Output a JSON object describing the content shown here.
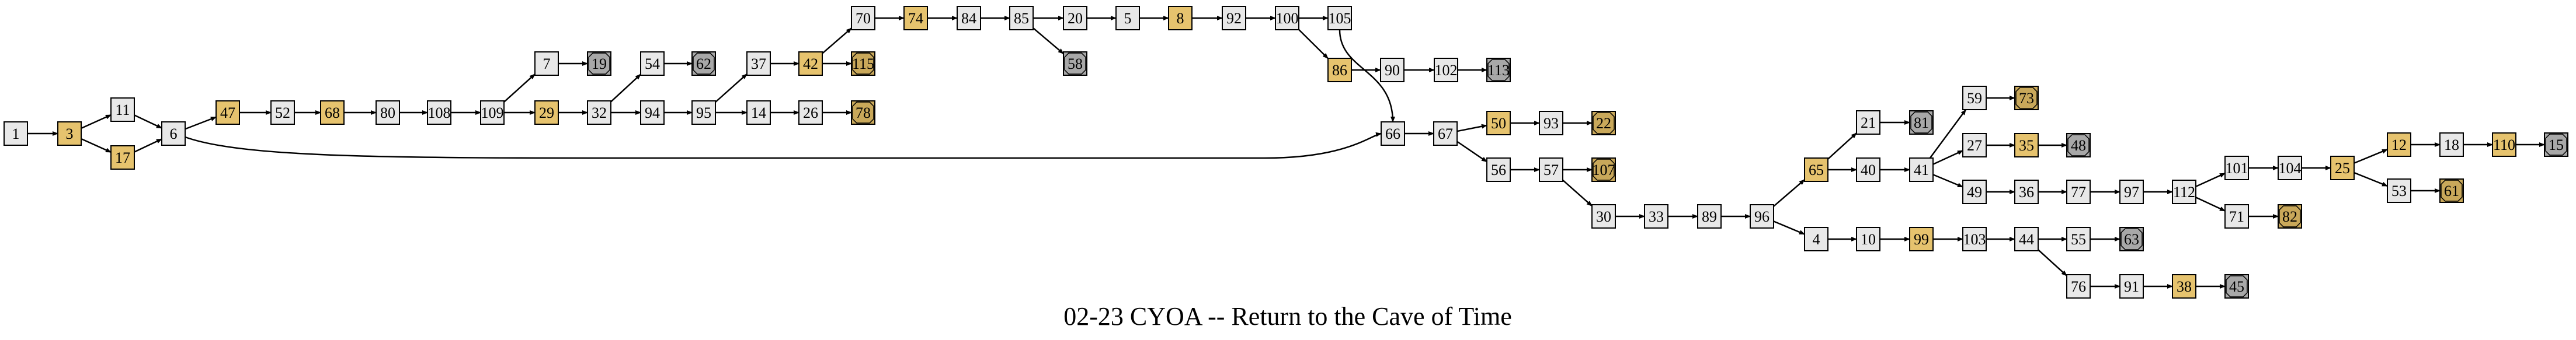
{
  "title": "02-23 CYOA -- Return to the Cave of Time",
  "colors": {
    "normal_fill": "#e8e8e8",
    "choice_fill": "#e6c36e",
    "end_good_fill": "#c9a85a",
    "end_bad_fill": "#a8a8a8",
    "edge": "#000000"
  },
  "nodes": [
    {
      "id": "1",
      "label": "1",
      "kind": "normal"
    },
    {
      "id": "3",
      "label": "3",
      "kind": "choice"
    },
    {
      "id": "11",
      "label": "11",
      "kind": "normal"
    },
    {
      "id": "17",
      "label": "17",
      "kind": "choice"
    },
    {
      "id": "6",
      "label": "6",
      "kind": "normal"
    },
    {
      "id": "47",
      "label": "47",
      "kind": "choice"
    },
    {
      "id": "52",
      "label": "52",
      "kind": "normal"
    },
    {
      "id": "68",
      "label": "68",
      "kind": "choice"
    },
    {
      "id": "80",
      "label": "80",
      "kind": "normal"
    },
    {
      "id": "108",
      "label": "108",
      "kind": "normal"
    },
    {
      "id": "109",
      "label": "109",
      "kind": "normal"
    },
    {
      "id": "7",
      "label": "7",
      "kind": "normal"
    },
    {
      "id": "19",
      "label": "19",
      "kind": "end_bad"
    },
    {
      "id": "29",
      "label": "29",
      "kind": "choice"
    },
    {
      "id": "32",
      "label": "32",
      "kind": "normal"
    },
    {
      "id": "54",
      "label": "54",
      "kind": "normal"
    },
    {
      "id": "62",
      "label": "62",
      "kind": "end_bad"
    },
    {
      "id": "94",
      "label": "94",
      "kind": "normal"
    },
    {
      "id": "95",
      "label": "95",
      "kind": "normal"
    },
    {
      "id": "37",
      "label": "37",
      "kind": "normal"
    },
    {
      "id": "42",
      "label": "42",
      "kind": "choice"
    },
    {
      "id": "70",
      "label": "70",
      "kind": "normal"
    },
    {
      "id": "74",
      "label": "74",
      "kind": "choice"
    },
    {
      "id": "84",
      "label": "84",
      "kind": "normal"
    },
    {
      "id": "85",
      "label": "85",
      "kind": "normal"
    },
    {
      "id": "20",
      "label": "20",
      "kind": "normal"
    },
    {
      "id": "58",
      "label": "58",
      "kind": "end_bad"
    },
    {
      "id": "5",
      "label": "5",
      "kind": "normal"
    },
    {
      "id": "8",
      "label": "8",
      "kind": "choice"
    },
    {
      "id": "92",
      "label": "92",
      "kind": "normal"
    },
    {
      "id": "100",
      "label": "100",
      "kind": "normal"
    },
    {
      "id": "105",
      "label": "105",
      "kind": "normal"
    },
    {
      "id": "86",
      "label": "86",
      "kind": "choice"
    },
    {
      "id": "90",
      "label": "90",
      "kind": "normal"
    },
    {
      "id": "102",
      "label": "102",
      "kind": "normal"
    },
    {
      "id": "113",
      "label": "113",
      "kind": "end_bad"
    },
    {
      "id": "115",
      "label": "115",
      "kind": "end_good"
    },
    {
      "id": "14",
      "label": "14",
      "kind": "normal"
    },
    {
      "id": "26",
      "label": "26",
      "kind": "normal"
    },
    {
      "id": "78",
      "label": "78",
      "kind": "end_good"
    },
    {
      "id": "66",
      "label": "66",
      "kind": "normal"
    },
    {
      "id": "67",
      "label": "67",
      "kind": "normal"
    },
    {
      "id": "50",
      "label": "50",
      "kind": "choice"
    },
    {
      "id": "93",
      "label": "93",
      "kind": "normal"
    },
    {
      "id": "22",
      "label": "22",
      "kind": "end_good"
    },
    {
      "id": "56",
      "label": "56",
      "kind": "normal"
    },
    {
      "id": "57",
      "label": "57",
      "kind": "normal"
    },
    {
      "id": "107",
      "label": "107",
      "kind": "end_good"
    },
    {
      "id": "30",
      "label": "30",
      "kind": "normal"
    },
    {
      "id": "33",
      "label": "33",
      "kind": "normal"
    },
    {
      "id": "89",
      "label": "89",
      "kind": "normal"
    },
    {
      "id": "96",
      "label": "96",
      "kind": "normal"
    },
    {
      "id": "65",
      "label": "65",
      "kind": "choice"
    },
    {
      "id": "21",
      "label": "21",
      "kind": "normal"
    },
    {
      "id": "81",
      "label": "81",
      "kind": "end_bad"
    },
    {
      "id": "40",
      "label": "40",
      "kind": "normal"
    },
    {
      "id": "41",
      "label": "41",
      "kind": "normal"
    },
    {
      "id": "59",
      "label": "59",
      "kind": "normal"
    },
    {
      "id": "73",
      "label": "73",
      "kind": "end_good"
    },
    {
      "id": "27",
      "label": "27",
      "kind": "normal"
    },
    {
      "id": "35",
      "label": "35",
      "kind": "choice"
    },
    {
      "id": "48",
      "label": "48",
      "kind": "end_bad"
    },
    {
      "id": "49",
      "label": "49",
      "kind": "normal"
    },
    {
      "id": "36",
      "label": "36",
      "kind": "normal"
    },
    {
      "id": "77",
      "label": "77",
      "kind": "normal"
    },
    {
      "id": "97",
      "label": "97",
      "kind": "normal"
    },
    {
      "id": "112",
      "label": "112",
      "kind": "normal"
    },
    {
      "id": "101",
      "label": "101",
      "kind": "normal"
    },
    {
      "id": "104",
      "label": "104",
      "kind": "normal"
    },
    {
      "id": "25",
      "label": "25",
      "kind": "choice"
    },
    {
      "id": "12",
      "label": "12",
      "kind": "choice"
    },
    {
      "id": "18",
      "label": "18",
      "kind": "normal"
    },
    {
      "id": "110",
      "label": "110",
      "kind": "choice"
    },
    {
      "id": "15",
      "label": "15",
      "kind": "end_bad"
    },
    {
      "id": "53",
      "label": "53",
      "kind": "normal"
    },
    {
      "id": "61",
      "label": "61",
      "kind": "end_good"
    },
    {
      "id": "71",
      "label": "71",
      "kind": "normal"
    },
    {
      "id": "82",
      "label": "82",
      "kind": "end_good"
    },
    {
      "id": "4",
      "label": "4",
      "kind": "normal"
    },
    {
      "id": "10",
      "label": "10",
      "kind": "normal"
    },
    {
      "id": "99",
      "label": "99",
      "kind": "choice"
    },
    {
      "id": "103",
      "label": "103",
      "kind": "normal"
    },
    {
      "id": "44",
      "label": "44",
      "kind": "normal"
    },
    {
      "id": "55",
      "label": "55",
      "kind": "normal"
    },
    {
      "id": "63",
      "label": "63",
      "kind": "end_bad"
    },
    {
      "id": "76",
      "label": "76",
      "kind": "normal"
    },
    {
      "id": "91",
      "label": "91",
      "kind": "normal"
    },
    {
      "id": "38",
      "label": "38",
      "kind": "choice"
    },
    {
      "id": "45",
      "label": "45",
      "kind": "end_bad"
    }
  ],
  "edges": [
    [
      "1",
      "3"
    ],
    [
      "3",
      "11"
    ],
    [
      "3",
      "17"
    ],
    [
      "11",
      "6"
    ],
    [
      "17",
      "6"
    ],
    [
      "6",
      "47"
    ],
    [
      "6",
      "66"
    ],
    [
      "47",
      "52"
    ],
    [
      "52",
      "68"
    ],
    [
      "68",
      "80"
    ],
    [
      "80",
      "108"
    ],
    [
      "108",
      "109"
    ],
    [
      "109",
      "7"
    ],
    [
      "109",
      "29"
    ],
    [
      "7",
      "19"
    ],
    [
      "29",
      "32"
    ],
    [
      "32",
      "54"
    ],
    [
      "32",
      "94"
    ],
    [
      "54",
      "62"
    ],
    [
      "94",
      "95"
    ],
    [
      "95",
      "37"
    ],
    [
      "95",
      "14"
    ],
    [
      "37",
      "42"
    ],
    [
      "42",
      "70"
    ],
    [
      "42",
      "115"
    ],
    [
      "70",
      "74"
    ],
    [
      "74",
      "84"
    ],
    [
      "84",
      "85"
    ],
    [
      "85",
      "20"
    ],
    [
      "85",
      "58"
    ],
    [
      "20",
      "5"
    ],
    [
      "5",
      "8"
    ],
    [
      "8",
      "92"
    ],
    [
      "92",
      "100"
    ],
    [
      "100",
      "105"
    ],
    [
      "100",
      "86"
    ],
    [
      "105",
      "66"
    ],
    [
      "86",
      "90"
    ],
    [
      "90",
      "102"
    ],
    [
      "102",
      "113"
    ],
    [
      "14",
      "26"
    ],
    [
      "26",
      "78"
    ],
    [
      "66",
      "67"
    ],
    [
      "67",
      "50"
    ],
    [
      "67",
      "56"
    ],
    [
      "50",
      "93"
    ],
    [
      "93",
      "22"
    ],
    [
      "56",
      "57"
    ],
    [
      "57",
      "107"
    ],
    [
      "57",
      "30"
    ],
    [
      "30",
      "33"
    ],
    [
      "33",
      "89"
    ],
    [
      "89",
      "96"
    ],
    [
      "96",
      "65"
    ],
    [
      "96",
      "4"
    ],
    [
      "65",
      "21"
    ],
    [
      "65",
      "40"
    ],
    [
      "21",
      "81"
    ],
    [
      "40",
      "41"
    ],
    [
      "41",
      "59"
    ],
    [
      "41",
      "27"
    ],
    [
      "41",
      "49"
    ],
    [
      "59",
      "73"
    ],
    [
      "27",
      "35"
    ],
    [
      "35",
      "48"
    ],
    [
      "49",
      "36"
    ],
    [
      "36",
      "77"
    ],
    [
      "77",
      "97"
    ],
    [
      "97",
      "112"
    ],
    [
      "112",
      "101"
    ],
    [
      "112",
      "71"
    ],
    [
      "101",
      "104"
    ],
    [
      "104",
      "25"
    ],
    [
      "25",
      "12"
    ],
    [
      "25",
      "53"
    ],
    [
      "12",
      "18"
    ],
    [
      "18",
      "110"
    ],
    [
      "110",
      "15"
    ],
    [
      "53",
      "61"
    ],
    [
      "71",
      "82"
    ],
    [
      "4",
      "10"
    ],
    [
      "10",
      "99"
    ],
    [
      "99",
      "103"
    ],
    [
      "103",
      "44"
    ],
    [
      "44",
      "55"
    ],
    [
      "44",
      "76"
    ],
    [
      "55",
      "63"
    ],
    [
      "76",
      "91"
    ],
    [
      "91",
      "38"
    ],
    [
      "38",
      "45"
    ]
  ]
}
